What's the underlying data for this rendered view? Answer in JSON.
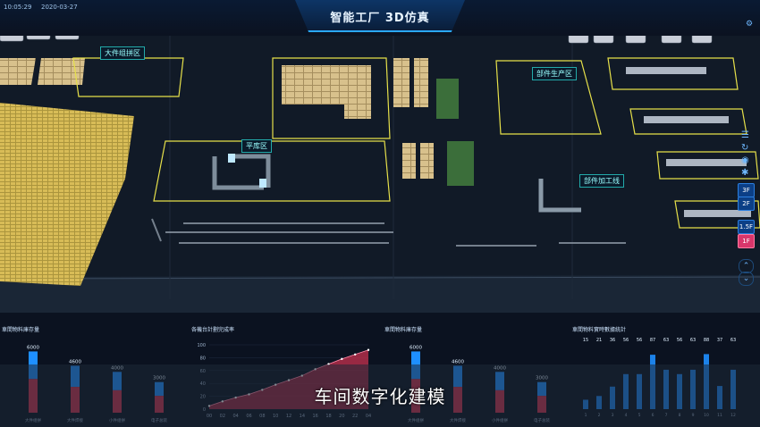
{
  "header": {
    "title": "智能工厂 3D仿真",
    "time": "10:05:29",
    "date": "2020-03-27"
  },
  "zones": [
    {
      "name": "大件组拼区"
    },
    {
      "name": "平库区"
    },
    {
      "name": "部件生产区"
    },
    {
      "name": "部件加工线"
    }
  ],
  "floors": [
    "3F",
    "2F",
    "1.5F",
    "1F"
  ],
  "active_floor": "1F",
  "icons": {
    "top_right": "settings-icon",
    "side": [
      "list-icon",
      "refresh-icon",
      "camera-icon",
      "gear-icon",
      "layers-icon"
    ],
    "nav_up": "chevron-up-icon",
    "nav_down": "chevron-down-icon"
  },
  "colors": {
    "accent": "#2aa8ff",
    "zone_border": "#e6e04a",
    "bar_blue": "#1e8fff",
    "bar_red": "#c8324f",
    "active_floor": "#d8366b"
  },
  "panels": [
    {
      "title": "車間物料庫存量"
    },
    {
      "title": "各機台計劃完成率"
    },
    {
      "title": "車間物料庫存量"
    },
    {
      "title": "車間物料實時數據統計"
    }
  ],
  "chart_data": [
    {
      "type": "bar",
      "title": "車間物料庫存量",
      "categories": [
        "大件组拼",
        "大件焊接",
        "小件组拼",
        "电子总装"
      ],
      "series": [
        {
          "values": [
            6000,
            4600,
            4000,
            3000
          ]
        }
      ],
      "ylim": [
        0,
        7000
      ]
    },
    {
      "type": "area",
      "title": "各機台計劃完成率",
      "categories": [
        "00",
        "02",
        "04",
        "06",
        "08",
        "10",
        "12",
        "14",
        "16",
        "18",
        "20",
        "22",
        "04"
      ],
      "series": [
        {
          "values": [
            5,
            12,
            18,
            23,
            30,
            38,
            45,
            52,
            62,
            70,
            78,
            85,
            92
          ]
        }
      ],
      "yticks": [
        "100",
        "80",
        "60",
        "40",
        "20",
        "0"
      ],
      "ylim": [
        0,
        100
      ]
    },
    {
      "type": "bar",
      "title": "車間物料庫存量",
      "categories": [
        "大件组拼",
        "大件焊接",
        "小件组拼",
        "电子总装"
      ],
      "series": [
        {
          "values": [
            6000,
            4600,
            4000,
            3000
          ]
        }
      ],
      "ylim": [
        0,
        7000
      ]
    },
    {
      "type": "bar",
      "title": "車間物料實時數據統計",
      "categories": [
        "1",
        "2",
        "3",
        "4",
        "5",
        "6",
        "7",
        "8",
        "9",
        "10",
        "11",
        "12"
      ],
      "series": [
        {
          "values": [
            15,
            21,
            36,
            56,
            56,
            87,
            63,
            56,
            63,
            88,
            37,
            63
          ]
        }
      ],
      "ylim": [
        0,
        100
      ]
    }
  ],
  "subtitle": "车间数字化建模"
}
